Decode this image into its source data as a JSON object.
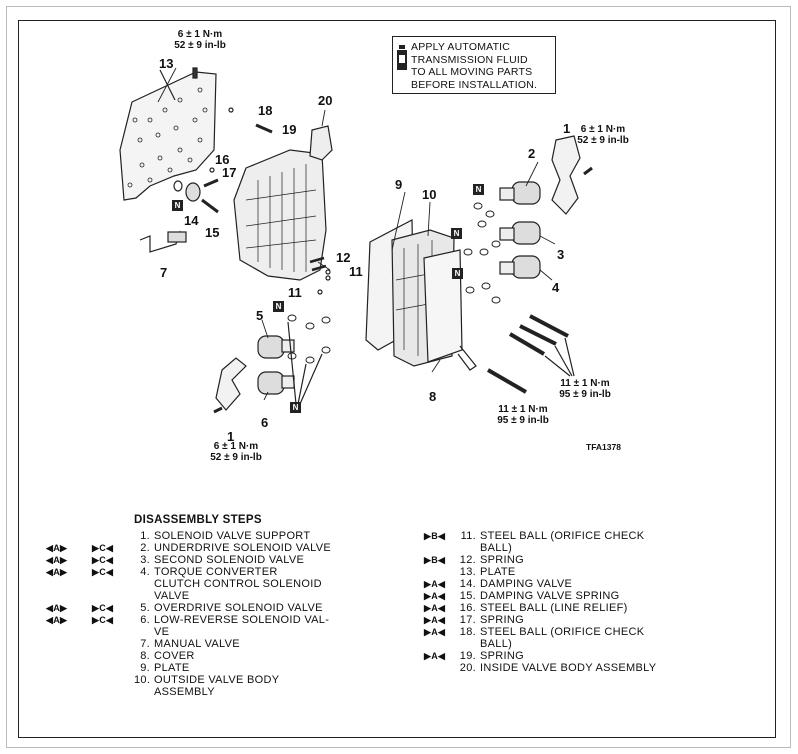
{
  "note": {
    "lines": [
      "APPLY AUTOMATIC",
      "TRANSMISSION FLUID",
      "TO ALL MOVING PARTS",
      "BEFORE INSTALLATION."
    ]
  },
  "callouts": [
    "13",
    "18",
    "19",
    "20",
    "16",
    "17",
    "14",
    "15",
    "7",
    "12",
    "11",
    "11",
    "5",
    "6",
    "1",
    "9",
    "10",
    "8",
    "2",
    "3",
    "4",
    "1"
  ],
  "torques": {
    "top": [
      "6 ± 1 N·m",
      "52 ± 9 in-lb"
    ],
    "right": [
      "6 ± 1 N·m",
      "52 ± 9 in-lb"
    ],
    "bottom_left": [
      "6 ± 1 N·m",
      "52 ± 9 in-lb"
    ],
    "bottom_mid": [
      "11 ± 1 N·m",
      "95 ± 9 in-lb"
    ],
    "bottom_right": [
      "11 ± 1 N·m",
      "95 ± 9 in-lb"
    ]
  },
  "badge_label": "N",
  "figure_id": "TFA1378",
  "steps_title": "DISASSEMBLY STEPS",
  "steps_left": [
    {
      "m1": "",
      "m2": "",
      "n": "1.",
      "lines": [
        "SOLENOID VALVE SUPPORT"
      ]
    },
    {
      "m1": "◀A▶",
      "m2": "▶C◀",
      "n": "2.",
      "lines": [
        "UNDERDRIVE SOLENOID VALVE"
      ]
    },
    {
      "m1": "◀A▶",
      "m2": "▶C◀",
      "n": "3.",
      "lines": [
        "SECOND SOLENOID VALVE"
      ]
    },
    {
      "m1": "◀A▶",
      "m2": "▶C◀",
      "n": "4.",
      "lines": [
        "TORQUE CONVERTER",
        "CLUTCH CONTROL SOLENOID",
        "VALVE"
      ]
    },
    {
      "m1": "◀A▶",
      "m2": "▶C◀",
      "n": "5.",
      "lines": [
        "OVERDRIVE SOLENOID VALVE"
      ]
    },
    {
      "m1": "◀A▶",
      "m2": "▶C◀",
      "n": "6.",
      "lines": [
        "LOW-REVERSE SOLENOID VAL-",
        "VE"
      ]
    },
    {
      "m1": "",
      "m2": "",
      "n": "7.",
      "lines": [
        "MANUAL VALVE"
      ]
    },
    {
      "m1": "",
      "m2": "",
      "n": "8.",
      "lines": [
        "COVER"
      ]
    },
    {
      "m1": "",
      "m2": "",
      "n": "9.",
      "lines": [
        "PLATE"
      ]
    },
    {
      "m1": "",
      "m2": "",
      "n": "10.",
      "lines": [
        "OUTSIDE VALVE BODY",
        "ASSEMBLY"
      ]
    }
  ],
  "steps_right": [
    {
      "m": "▶B◀",
      "n": "11.",
      "lines": [
        "STEEL BALL (ORIFICE CHECK",
        "BALL)"
      ]
    },
    {
      "m": "▶B◀",
      "n": "12.",
      "lines": [
        "SPRING"
      ]
    },
    {
      "m": "",
      "n": "13.",
      "lines": [
        "PLATE"
      ]
    },
    {
      "m": "▶A◀",
      "n": "14.",
      "lines": [
        "DAMPING VALVE"
      ]
    },
    {
      "m": "▶A◀",
      "n": "15.",
      "lines": [
        "DAMPING VALVE SPRING"
      ]
    },
    {
      "m": "▶A◀",
      "n": "16.",
      "lines": [
        "STEEL BALL (LINE RELIEF)"
      ]
    },
    {
      "m": "▶A◀",
      "n": "17.",
      "lines": [
        "SPRING"
      ]
    },
    {
      "m": "▶A◀",
      "n": "18.",
      "lines": [
        "STEEL BALL (ORIFICE CHECK",
        "BALL)"
      ]
    },
    {
      "m": "▶A◀",
      "n": "19.",
      "lines": [
        "SPRING"
      ]
    },
    {
      "m": "",
      "n": "20.",
      "lines": [
        "INSIDE VALVE BODY ASSEMBLY"
      ]
    }
  ]
}
